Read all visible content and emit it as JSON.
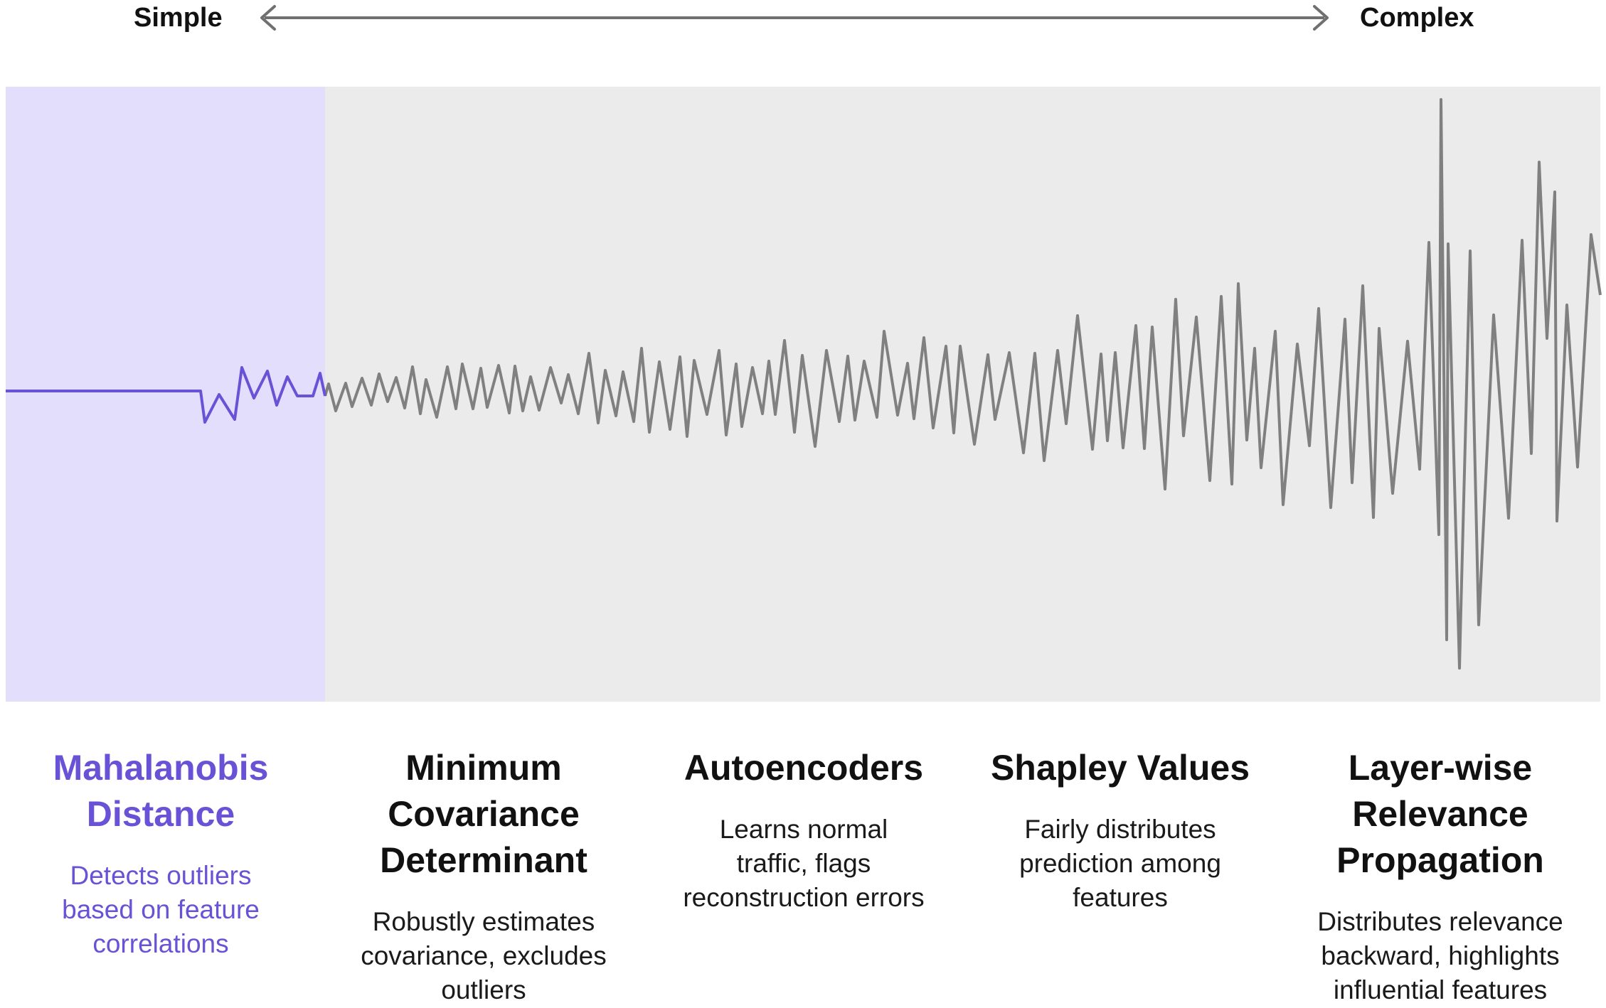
{
  "scale": {
    "simple_label": "Simple",
    "complex_label": "Complex"
  },
  "colors": {
    "highlight_fill": "#e3defc",
    "panel_fill": "#ebebeb",
    "highlight_accent": "#6a52d6",
    "wave_gray": "#808080",
    "arrow_gray": "#707070"
  },
  "methods": [
    {
      "title_lines": [
        "Mahalanobis",
        "Distance"
      ],
      "desc_lines": [
        "Detects outliers",
        "based on feature",
        "correlations"
      ],
      "highlighted": true
    },
    {
      "title_lines": [
        "Minimum",
        "Covariance",
        "Determinant"
      ],
      "desc_lines": [
        "Robustly estimates",
        "covariance, excludes",
        "outliers"
      ],
      "highlighted": false
    },
    {
      "title_lines": [
        "Autoencoders"
      ],
      "desc_lines": [
        "Learns normal",
        "traffic, flags",
        "reconstruction errors"
      ],
      "highlighted": false
    },
    {
      "title_lines": [
        "Shapley Values"
      ],
      "desc_lines": [
        "Fairly distributes",
        "prediction among",
        "features"
      ],
      "highlighted": false
    },
    {
      "title_lines": [
        "Layer-wise",
        "Relevance",
        "Propagation"
      ],
      "desc_lines": [
        "Distributes relevance",
        "backward, highlights",
        "influential features"
      ],
      "highlighted": false
    }
  ]
}
